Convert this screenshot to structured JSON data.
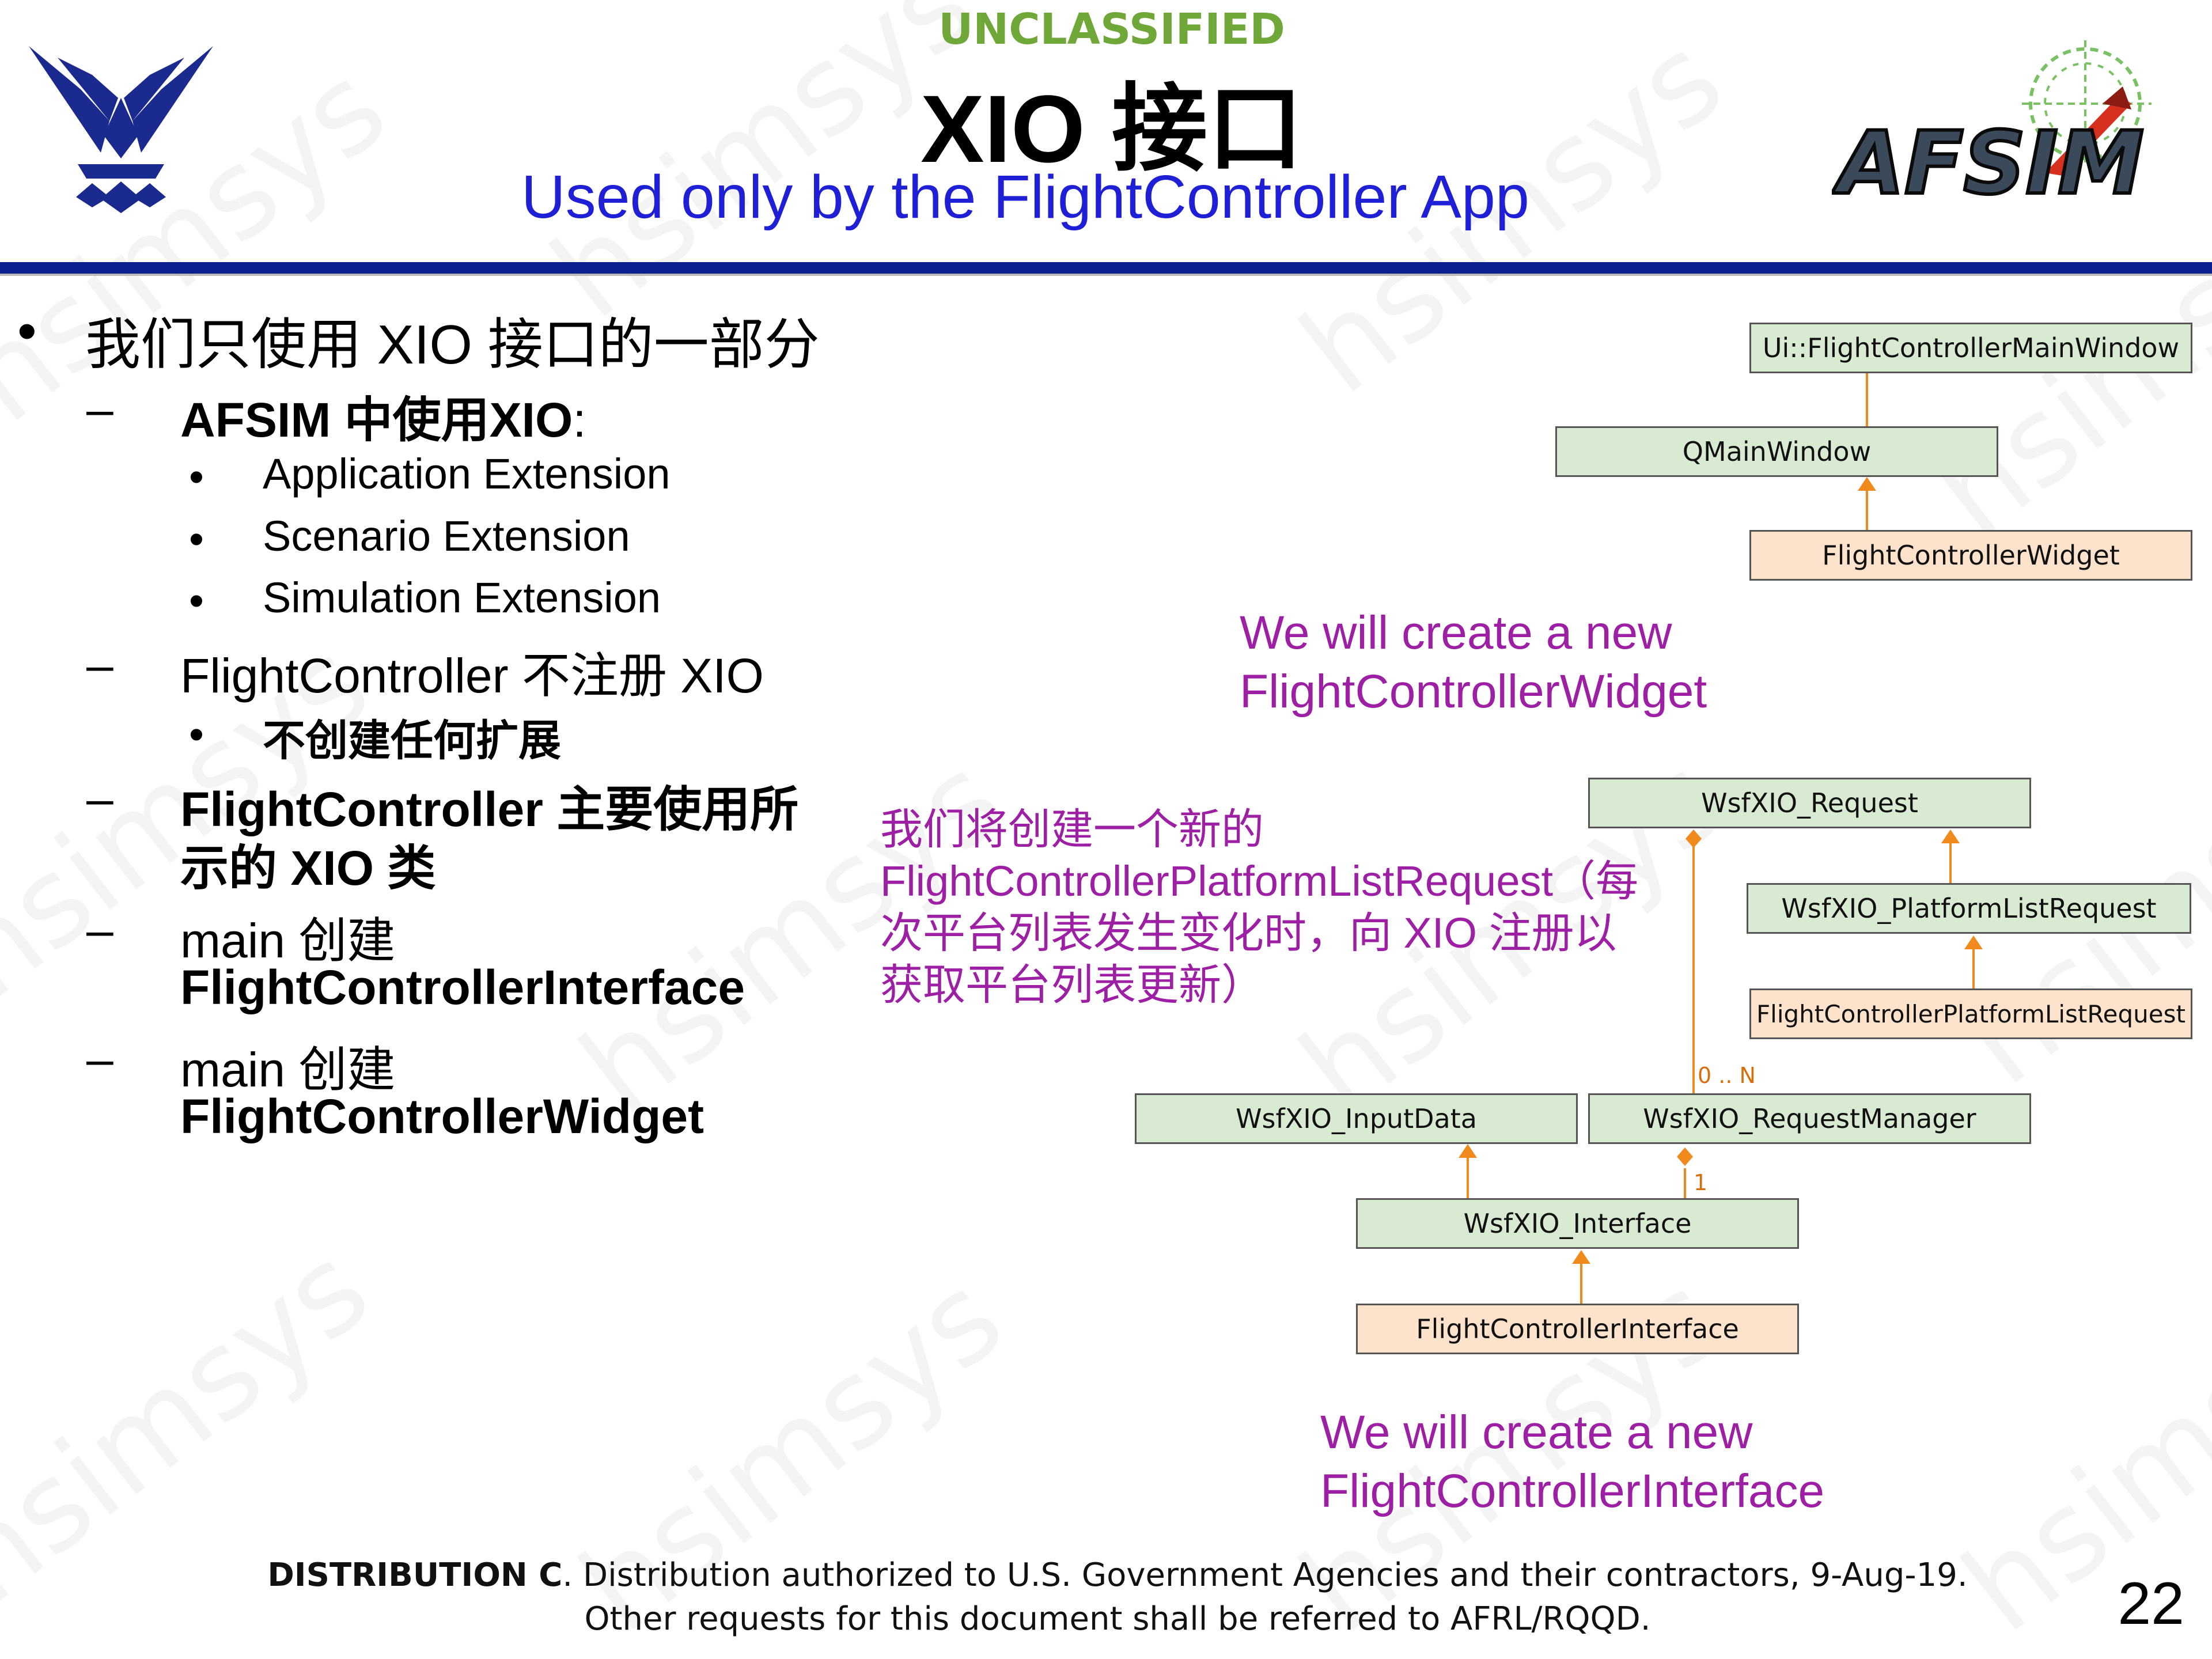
{
  "header": {
    "classification": "UNCLASSIFIED",
    "title": "XIO 接口",
    "subtitle": "Used only by the FlightController App"
  },
  "logos": {
    "left": "air-force-wings-logo",
    "right": "AFSIM"
  },
  "bullets": {
    "main": "我们只使用 XIO 接口的一部分",
    "afsim_prefix": "AFSIM 中使用XIO",
    "afsim_colon": ":",
    "ext1": "Application Extension",
    "ext2": "Scenario Extension",
    "ext3": "Simulation Extension",
    "fc_no_reg": "FlightController 不注册 XIO",
    "no_ext": "不创建任何扩展",
    "fc_main_1": "FlightController 主要使用所",
    "fc_main_2": "示的 XIO 类",
    "main_create_1": "main 创建",
    "fc_interface": "FlightControllerInterface",
    "main_create_2": "main 创建",
    "fc_widget": "FlightControllerWidget",
    "dash": "–",
    "dot": "•"
  },
  "notes": {
    "widget_1": "We will create a new",
    "widget_2": "FlightControllerWidget",
    "request_1": "我们将创建一个新的",
    "request_2": "FlightControllerPlatformListRequest（每",
    "request_3": "次平台列表发生变化时，向 XIO 注册以",
    "request_4": "获取平台列表更新）",
    "interface_1": "We will create a new",
    "interface_2": "FlightControllerInterface"
  },
  "diagram": {
    "ui_main_window": "Ui::FlightControllerMainWindow",
    "qmainwindow": "QMainWindow",
    "fc_widget": "FlightControllerWidget",
    "wsf_request": "WsfXIO_Request",
    "wsf_platform_list_request": "WsfXIO_PlatformListRequest",
    "fc_platform_list_request": "FlightControllerPlatformListRequest",
    "wsf_input_data": "WsfXIO_InputData",
    "wsf_request_manager": "WsfXIO_RequestManager",
    "wsf_interface": "WsfXIO_Interface",
    "fc_interface": "FlightControllerInterface",
    "mult_many": "0 .. N",
    "mult_one": "1"
  },
  "colors": {
    "classification": "#6fa839",
    "subtitle": "#1f1fd6",
    "rule": "#0b1f8e",
    "note": "#9c1fa4",
    "box_green": "#d8ead2",
    "box_orange": "#fde2cc",
    "connector": "#f08a1c"
  },
  "footer": {
    "dist_bold": "DISTRIBUTION C",
    "dist_rest": ". Distribution authorized to U.S. Government Agencies and their contractors, 9-Aug-19.",
    "line2": "Other requests for this document shall be referred to AFRL/RQQD.",
    "page": "22"
  },
  "watermark": "hsimsys"
}
